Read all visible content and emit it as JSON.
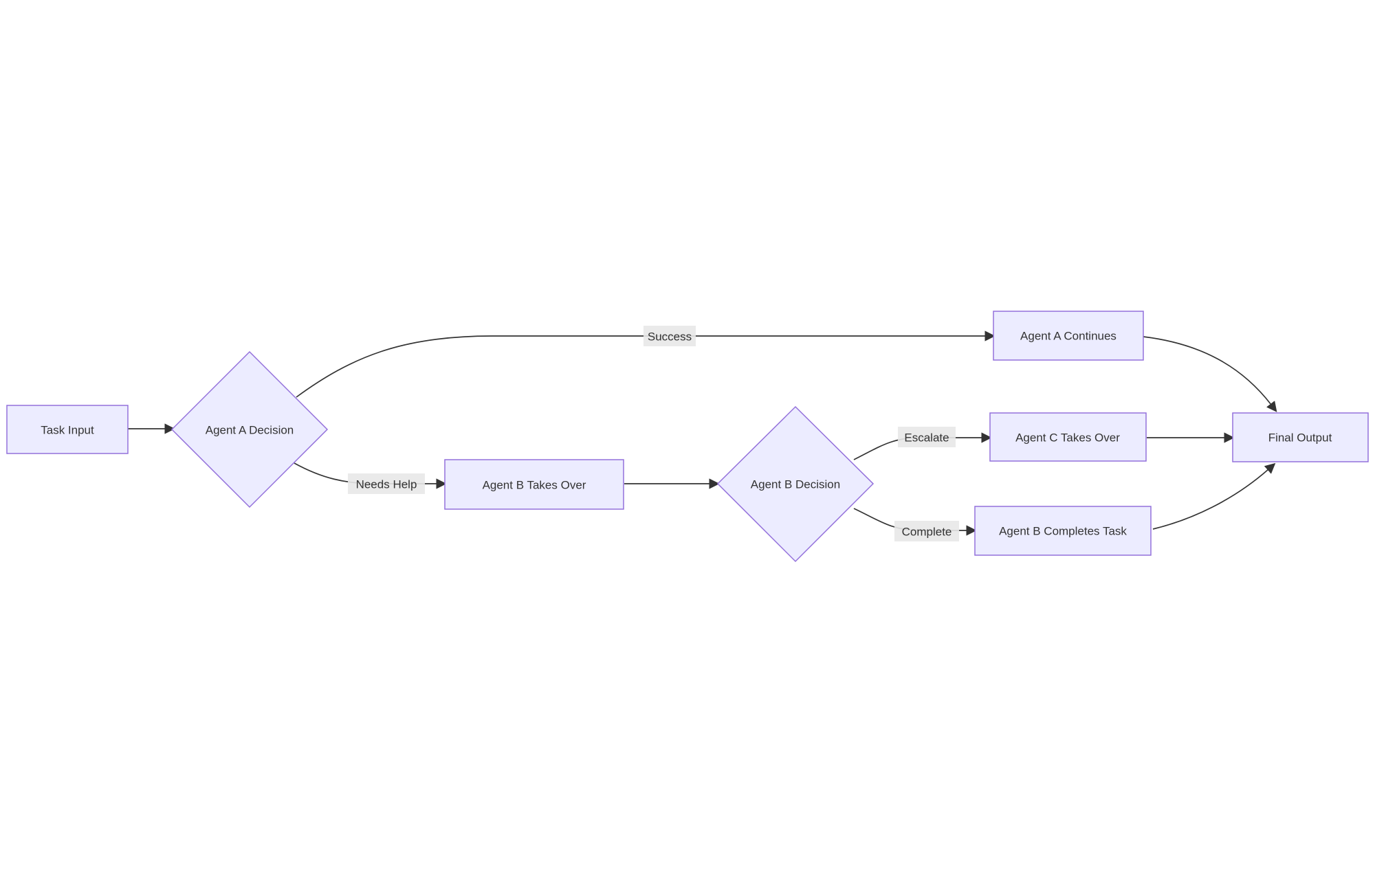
{
  "diagram": {
    "type": "flowchart",
    "direction": "left-to-right",
    "nodes": {
      "task_input": {
        "label": "Task Input",
        "shape": "rectangle"
      },
      "agent_a_decision": {
        "label": "Agent A Decision",
        "shape": "diamond"
      },
      "agent_a_continues": {
        "label": "Agent A Continues",
        "shape": "rectangle"
      },
      "agent_b_takes_over": {
        "label": "Agent B Takes Over",
        "shape": "rectangle"
      },
      "agent_b_decision": {
        "label": "Agent B Decision",
        "shape": "diamond"
      },
      "agent_c_takes_over": {
        "label": "Agent C Takes Over",
        "shape": "rectangle"
      },
      "agent_b_completes_task": {
        "label": "Agent B Completes Task",
        "shape": "rectangle"
      },
      "final_output": {
        "label": "Final Output",
        "shape": "rectangle"
      }
    },
    "edge_labels": {
      "success": "Success",
      "needs_help": "Needs Help",
      "escalate": "Escalate",
      "complete": "Complete"
    },
    "edges": [
      {
        "from": "Task Input",
        "to": "Agent A Decision",
        "label": ""
      },
      {
        "from": "Agent A Decision",
        "to": "Agent A Continues",
        "label": "Success"
      },
      {
        "from": "Agent A Decision",
        "to": "Agent B Takes Over",
        "label": "Needs Help"
      },
      {
        "from": "Agent B Takes Over",
        "to": "Agent B Decision",
        "label": ""
      },
      {
        "from": "Agent B Decision",
        "to": "Agent C Takes Over",
        "label": "Escalate"
      },
      {
        "from": "Agent B Decision",
        "to": "Agent B Completes Task",
        "label": "Complete"
      },
      {
        "from": "Agent A Continues",
        "to": "Final Output",
        "label": ""
      },
      {
        "from": "Agent C Takes Over",
        "to": "Final Output",
        "label": ""
      },
      {
        "from": "Agent B Completes Task",
        "to": "Final Output",
        "label": ""
      }
    ],
    "colors": {
      "node_fill": "#ECECFF",
      "node_border": "#9370DB",
      "edge_color": "#333333",
      "label_text": "#333333",
      "edge_label_bg": "#e8e8e8",
      "background": "#ffffff"
    }
  }
}
